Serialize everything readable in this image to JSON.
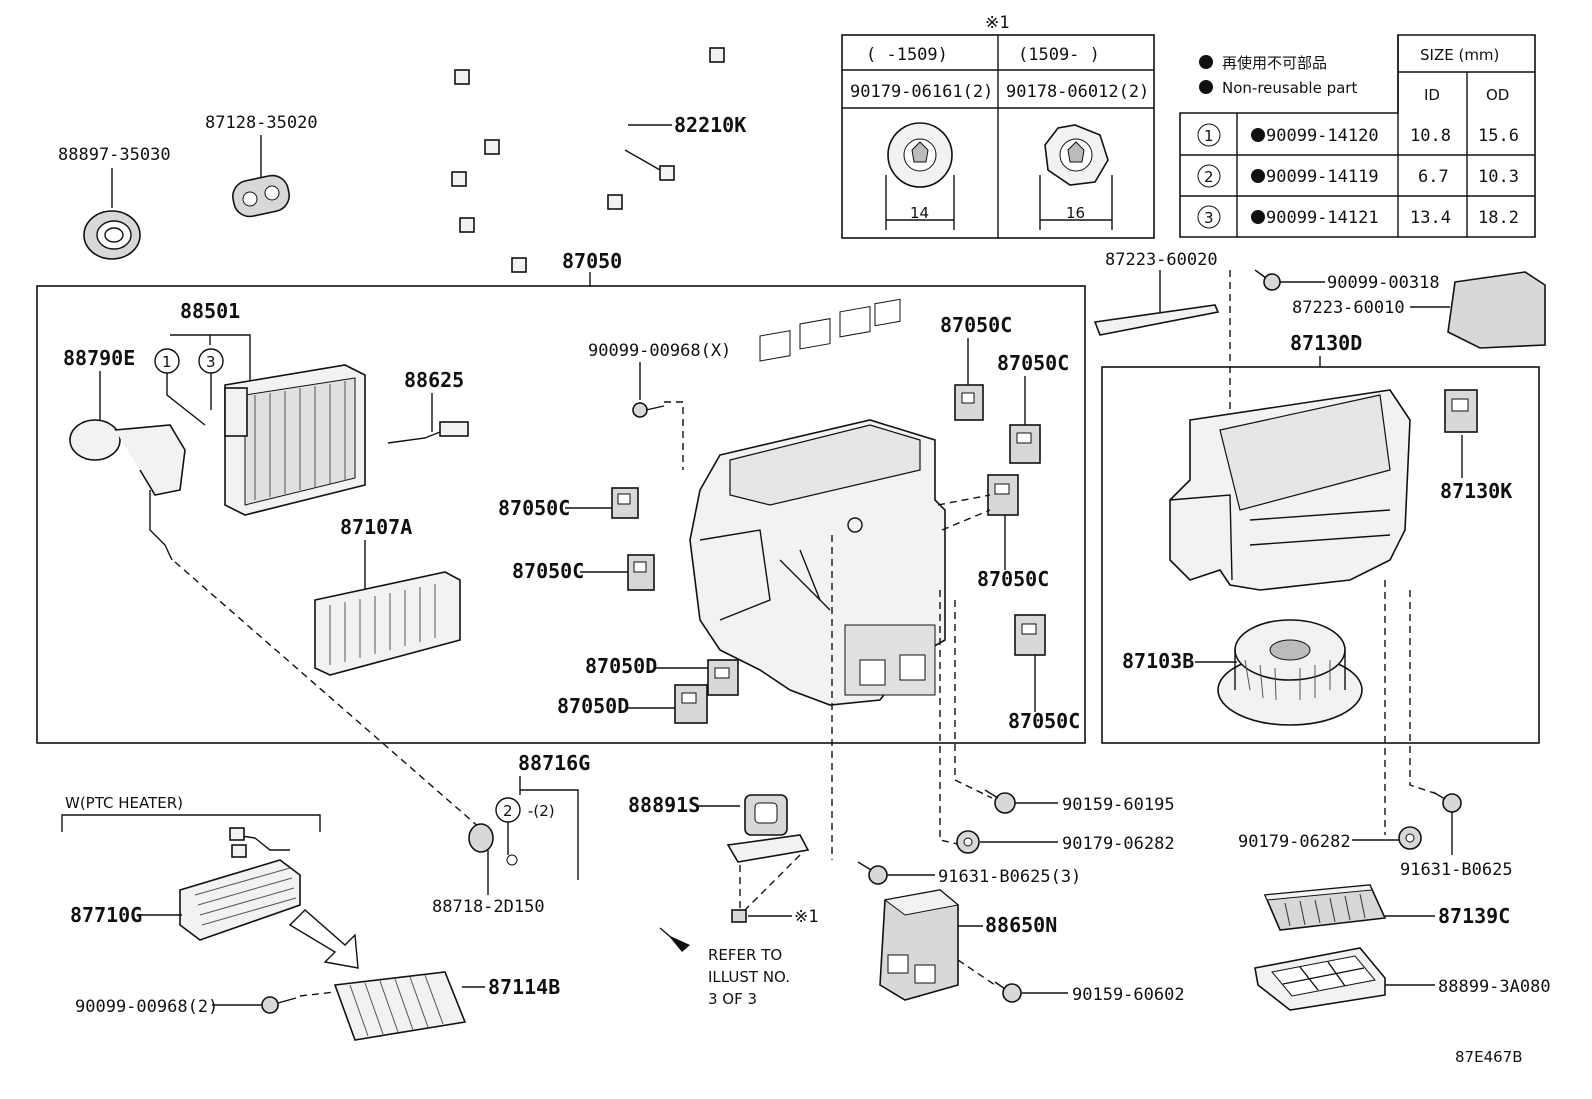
{
  "labels": {
    "p88897": "88897-35030",
    "p87128": "87128-35020",
    "p82210": "82210K",
    "p87050": "87050",
    "p88501": "88501",
    "p88790": "88790E",
    "p88625": "88625",
    "p87107": "87107A",
    "p90099x": "90099-00968(X)",
    "p87050c_1": "87050C",
    "p87050c_2": "87050C",
    "p87050c_3": "87050C",
    "p87050c_4": "87050C",
    "p87050c_5": "87050C",
    "p87050c_6": "87050C",
    "p87050d_1": "87050D",
    "p87050d_2": "87050D",
    "p87223a": "87223-60020",
    "p90099_318": "90099-00318",
    "p87223b": "87223-60010",
    "p87130d": "87130D",
    "p87130k": "87130K",
    "p87103b": "87103B",
    "p88716": "88716G",
    "p88891": "88891S",
    "p88718": "88718-2D150",
    "p90159_195": "90159-60195",
    "p90179_282a": "90179-06282",
    "p91631_3": "91631-B0625(3)",
    "p88650": "88650N",
    "p90159_602": "90159-60602",
    "p90179_282b": "90179-06282",
    "p91631": "91631-B0625",
    "p87139": "87139C",
    "p88899": "88899-3A080",
    "p87710": "87710G",
    "p87114": "87114B",
    "p90099_2": "90099-00968(2)",
    "ptc": "W(PTC HEATER)",
    "refer1": "REFER TO",
    "refer2": "ILLUST NO.",
    "refer3": "3 OF 3",
    "note_x1": "※1",
    "note_x1b": "※1",
    "circ1": "1",
    "circ3": "3",
    "circ2": "2",
    "circ2q": "-(2)",
    "code": "87E467B"
  },
  "top_table": {
    "title": "※1",
    "col1_head": "(   -1509)",
    "col2_head": "(1509-    )",
    "col1_part": "90179-06161(2)",
    "col2_part": "90178-06012(2)",
    "dim1": "14",
    "dim2": "16"
  },
  "size_table": {
    "legend_jp": "再使用不可部品",
    "legend_en": "Non-reusable part",
    "size_head": "SIZE (mm)",
    "id_head": "ID",
    "od_head": "OD",
    "rows": [
      {
        "no": "1",
        "part": "90099-14120",
        "id": "10.8",
        "od": "15.6"
      },
      {
        "no": "2",
        "part": "90099-14119",
        "id": "6.7",
        "od": "10.3"
      },
      {
        "no": "3",
        "part": "90099-14121",
        "id": "13.4",
        "od": "18.2"
      }
    ]
  }
}
